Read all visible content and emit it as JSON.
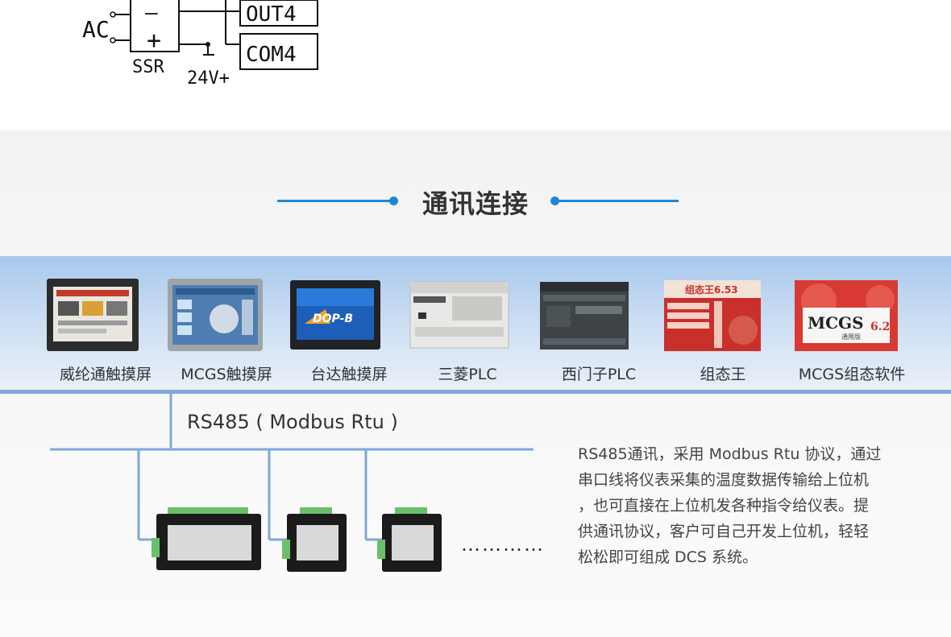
{
  "wiring": {
    "ac_label": "AC",
    "minus_label": "—",
    "plus_label": "+",
    "ssr_label": "SSR",
    "v24_label": "24V+",
    "out_label": "OUT4",
    "com_label": "COM4"
  },
  "section": {
    "title": "通讯连接",
    "accent_color": "#1e86d6"
  },
  "devices": [
    {
      "caption": "威纶通触摸屏",
      "icon": "touchscreen-icon"
    },
    {
      "caption": "MCGS触摸屏",
      "icon": "touchscreen-icon"
    },
    {
      "caption": "台达触摸屏",
      "icon": "touchscreen-icon"
    },
    {
      "caption": "三菱PLC",
      "icon": "plc-icon"
    },
    {
      "caption": "西门子PLC",
      "icon": "plc-icon"
    },
    {
      "caption": "组态王",
      "icon": "software-box-icon",
      "brand_text": "组态王6.53"
    },
    {
      "caption": "MCGS组态软件",
      "icon": "software-box-icon",
      "brand_text": "MCGS",
      "brand_sub": "6.2",
      "brand_note": "通用版"
    }
  ],
  "bus": {
    "label": "RS485 ( Modbus Rtu )",
    "color": "#7fa8d8"
  },
  "description": {
    "lines": [
      "RS485通讯，采用 Modbus Rtu 协议，通过",
      "串口线将仪表采集的温度数据传输给上位机",
      "，也可直接在上位机发各种指令给仪表。提",
      "供通讯协议，客户可自己开发上位机，轻轻",
      "松松即可组成 DCS 系统。"
    ]
  },
  "more_indicator": "…………"
}
